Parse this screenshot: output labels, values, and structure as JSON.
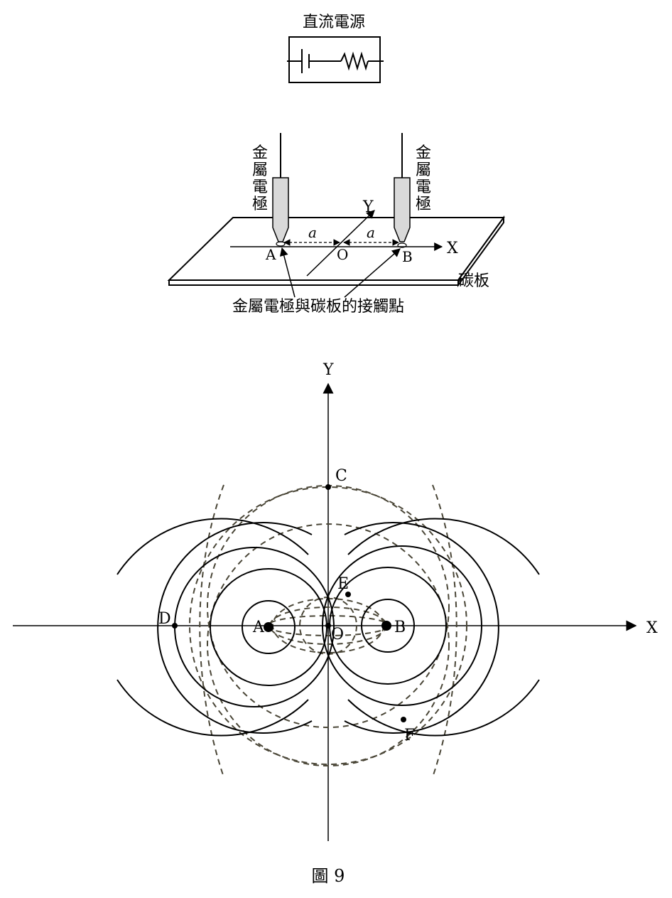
{
  "top": {
    "power_label": "直流電源",
    "electrode_left": [
      "金",
      "屬",
      "電",
      "極"
    ],
    "electrode_right": [
      "金",
      "屬",
      "電",
      "極"
    ],
    "carbon_label": "碳板",
    "contact_label": "金屬電極與碳板的接觸點",
    "axis_y": "Y",
    "axis_x": "X",
    "point_a": "A",
    "point_b": "B",
    "origin": "O",
    "dist_a": "a"
  },
  "plot": {
    "axis_y": "Y",
    "axis_x": "X",
    "labels": {
      "A": "A",
      "B": "B",
      "O": "O",
      "C": "C",
      "D": "D",
      "E": "E",
      "F": "F"
    }
  },
  "caption": "圖 9",
  "colors": {
    "line": "#000000",
    "dashed": "#4a4637",
    "electrode": "#d9d9d9"
  }
}
